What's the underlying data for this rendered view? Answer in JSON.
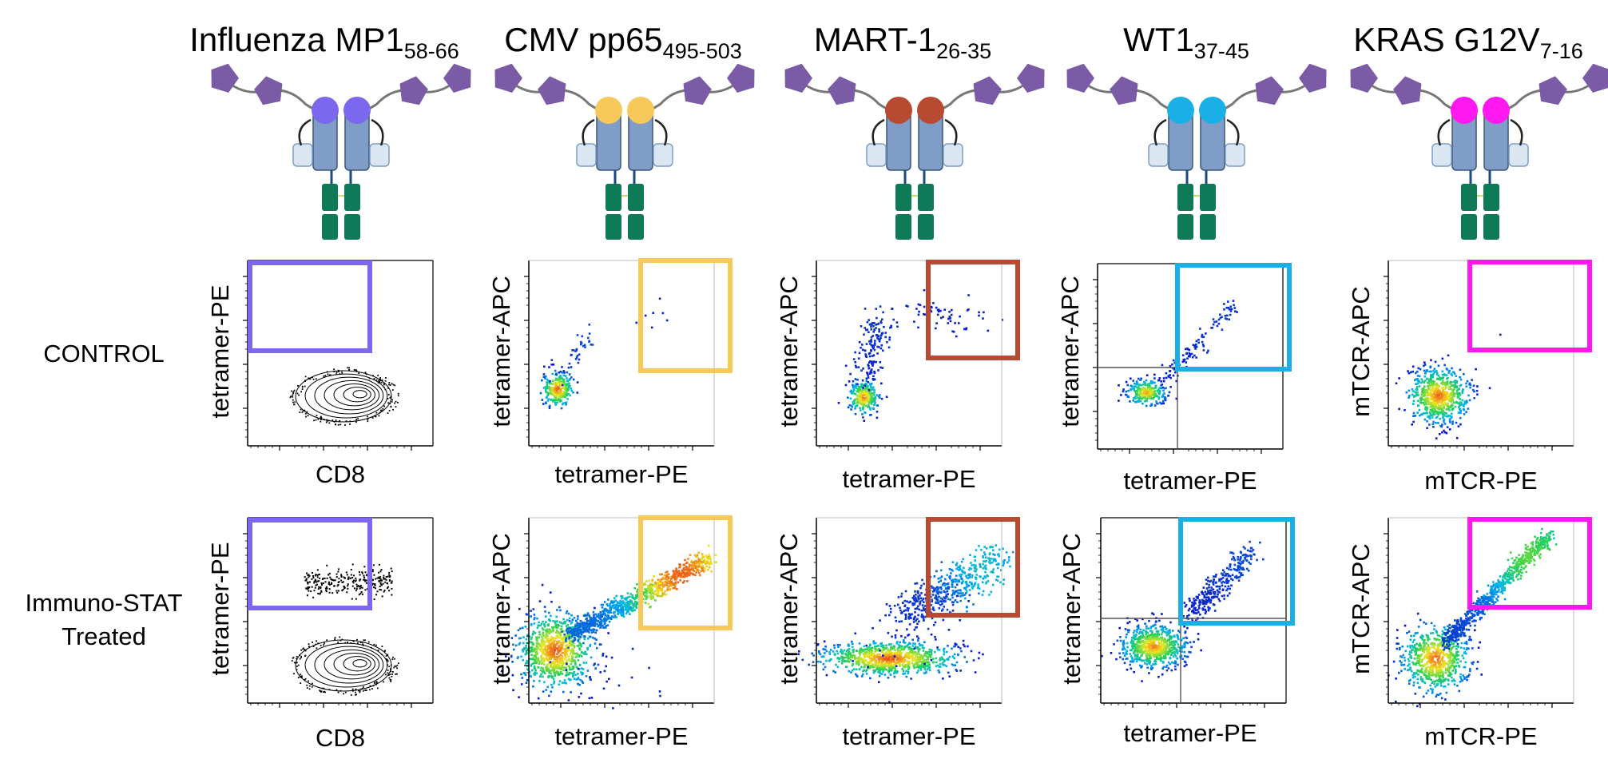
{
  "columns": [
    {
      "title": "Influenza MP1",
      "sub": "58-66",
      "color": "#7b68ee",
      "x_label": "CD8",
      "y_label": "tetramer-PE",
      "plot": "contour"
    },
    {
      "title": "CMV pp65",
      "sub": "495-503",
      "color": "#f7c95a",
      "x_label": "tetramer-PE",
      "y_label": "tetramer-APC",
      "plot": "dot"
    },
    {
      "title": "MART-1",
      "sub": "26-35",
      "color": "#b94a32",
      "x_label": "tetramer-PE",
      "y_label": "tetramer-APC",
      "plot": "dot"
    },
    {
      "title": "WT1",
      "sub": "37-45",
      "color": "#1ab0e6",
      "x_label": "tetramer-PE",
      "y_label": "tetramer-APC",
      "plot": "quad"
    },
    {
      "title": "KRAS G12V",
      "sub": "7-16",
      "color": "#ff19f0",
      "x_label": "mTCR-PE",
      "y_label": "mTCR-APC",
      "plot": "dot"
    }
  ],
  "molecule_colors": {
    "peptide": "#7b5aa6",
    "mhc": "#7f9dc6",
    "mhc_light": "#dbe6f3",
    "fc": "#0f7a57",
    "linker": "#777777"
  },
  "row_labels": {
    "control": "CONTROL",
    "treated_line1": "Immuno-STAT",
    "treated_line2": "Treated"
  }
}
